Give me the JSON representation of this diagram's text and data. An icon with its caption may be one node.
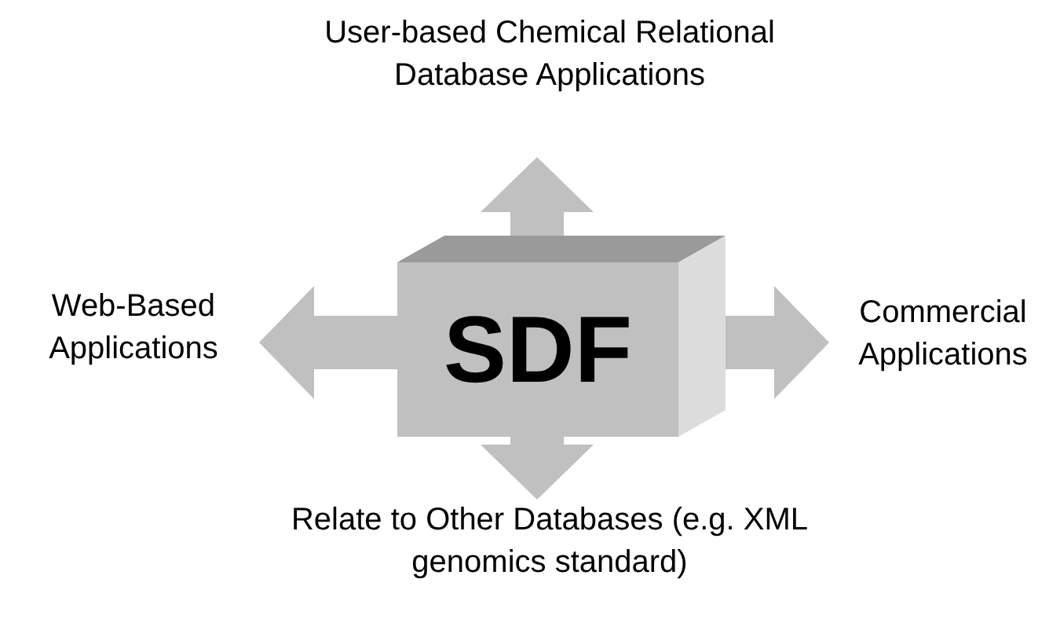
{
  "diagram": {
    "nodes": [
      {
        "text": [
          "SDF"
        ]
      },
      {
        "text": [
          "User-based Chemical Relational Database Applications"
        ]
      },
      {
        "text": [
          "Web-Based Applications"
        ]
      },
      {
        "text": [
          "Commercial Applications"
        ]
      },
      {
        "text": [
          "Relate to Other Databases (e.g. XML genomics standard)"
        ]
      }
    ],
    "edges": [
      {
        "from": 0,
        "to": 1,
        "arrow": "to"
      },
      {
        "from": 0,
        "to": 2,
        "arrow": "to"
      },
      {
        "from": 0,
        "to": 3,
        "arrow": "to"
      },
      {
        "from": 0,
        "to": 4,
        "arrow": "to"
      }
    ]
  }
}
